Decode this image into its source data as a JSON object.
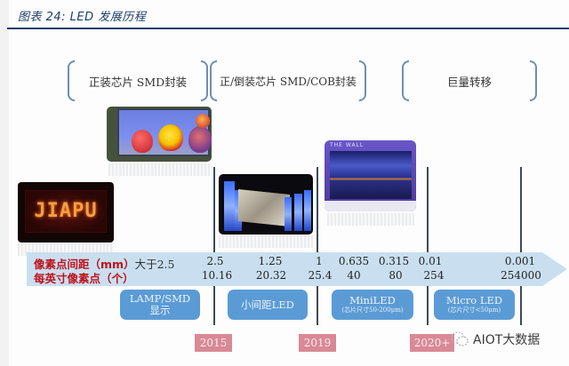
{
  "figure": {
    "title": "图表 24:  LED 发展历程"
  },
  "stages": [
    {
      "label": "正装芯片 SMD封装"
    },
    {
      "label": "正/倒装芯片 SMD/COB封装"
    },
    {
      "label": "巨量转移"
    }
  ],
  "images": [
    {
      "name": "jiapu-led-sign",
      "text": "JIAPU"
    },
    {
      "name": "balloon-billboard"
    },
    {
      "name": "fine-pitch-stage-display"
    },
    {
      "name": "thewall-display",
      "text": "THE WALL"
    }
  ],
  "band": {
    "row1_label": "像素点间距（mm）",
    "row1_first": "大于2.5",
    "row2_label": "每英寸像素点（个）",
    "columns": [
      {
        "pitch_mm": "2.5",
        "ppi": "10.16"
      },
      {
        "pitch_mm": "1.25",
        "ppi": "20.32"
      },
      {
        "pitch_mm": "1",
        "ppi": "25.4"
      },
      {
        "pitch_mm": "0.635",
        "ppi": "40"
      },
      {
        "pitch_mm": "0.315",
        "ppi": "80"
      },
      {
        "pitch_mm": "0.01",
        "ppi": "254"
      },
      {
        "pitch_mm": "0.001",
        "ppi": "254000"
      }
    ]
  },
  "phases": [
    {
      "line1": "LAMP/SMD",
      "line2": "显示"
    },
    {
      "line1": "小间距LED"
    },
    {
      "line1": "MiniLED",
      "sub": "(芯片尺寸50-200μm)"
    },
    {
      "line1": "Micro LED",
      "sub": "(芯片尺寸<50μm)"
    }
  ],
  "years": [
    "2015",
    "2019",
    "2020+"
  ],
  "watermark": {
    "text": "AIOT大数据"
  },
  "colors": {
    "title": "#1f3b6b",
    "band": "#c9dff0",
    "phase_box": "#5b9bd5",
    "year_tag": "#d98995",
    "row_label": "#c0121a"
  }
}
